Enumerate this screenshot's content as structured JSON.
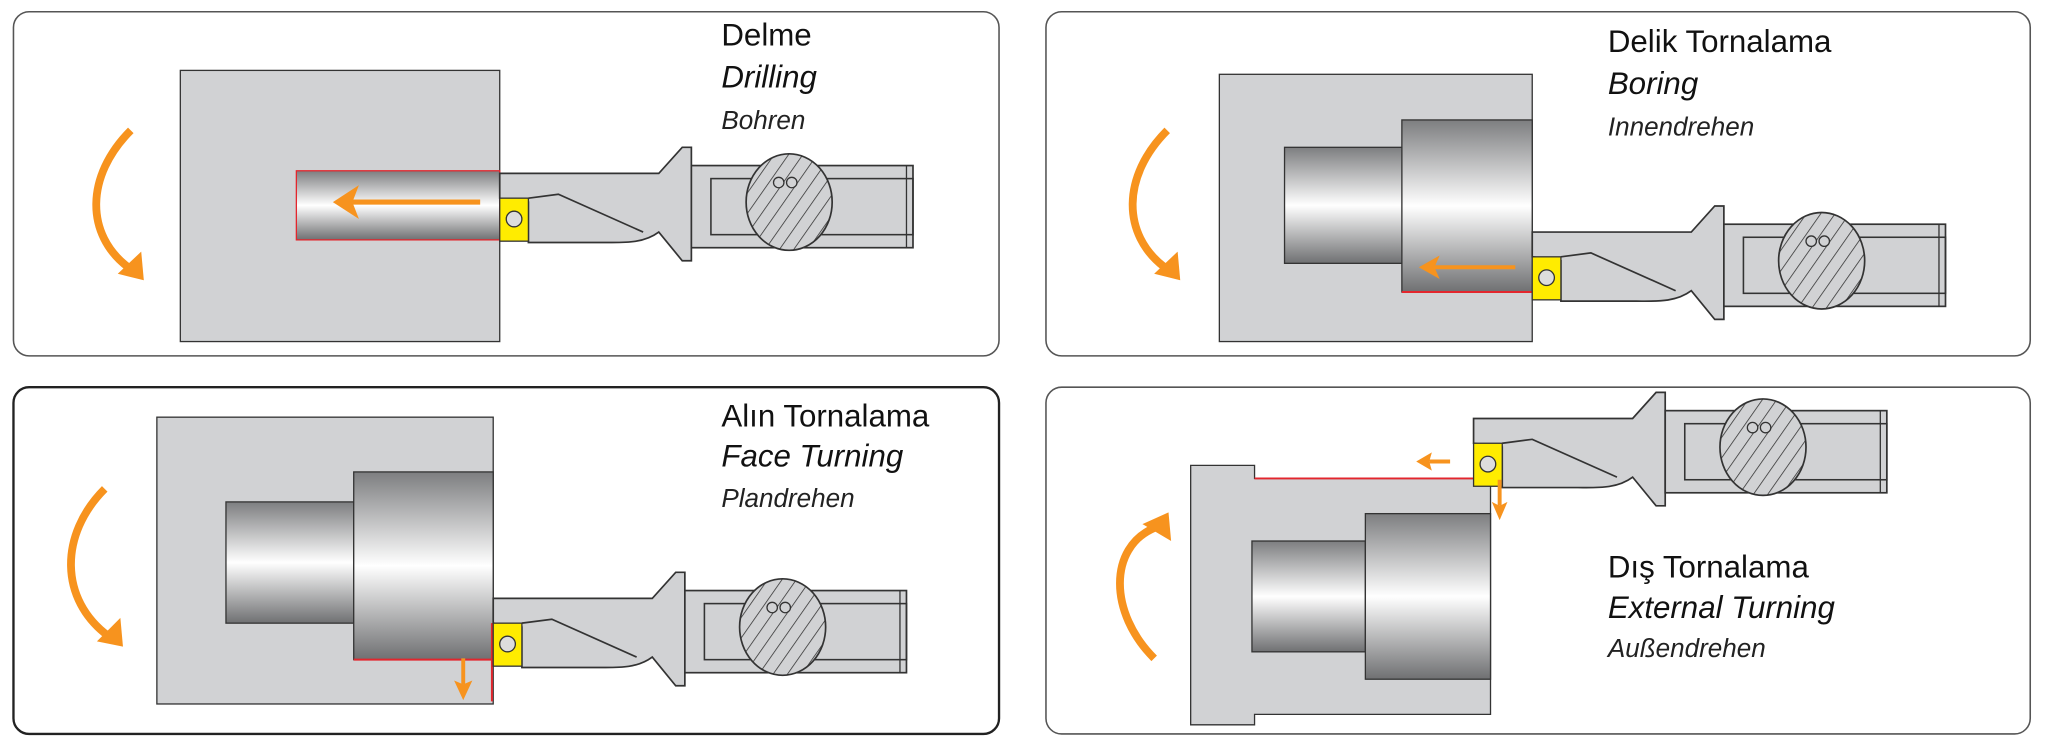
{
  "panels": [
    {
      "title_tr": "Delme",
      "title_en": "Drilling",
      "title_de": "Bohren"
    },
    {
      "title_tr": "Delik Tornalama",
      "title_en": "Boring",
      "title_de": "Innendrehen"
    },
    {
      "title_tr": "Alın Tornalama",
      "title_en": "Face Turning",
      "title_de": "Plandrehen"
    },
    {
      "title_tr": "Dış Tornalama",
      "title_en": "External Turning",
      "title_de": "Außendrehen"
    }
  ],
  "colors": {
    "arrow": "#f7931e",
    "insert": "#ffec00",
    "workpiece": "#d1d2d4",
    "cut_edge": "#e3262d"
  }
}
